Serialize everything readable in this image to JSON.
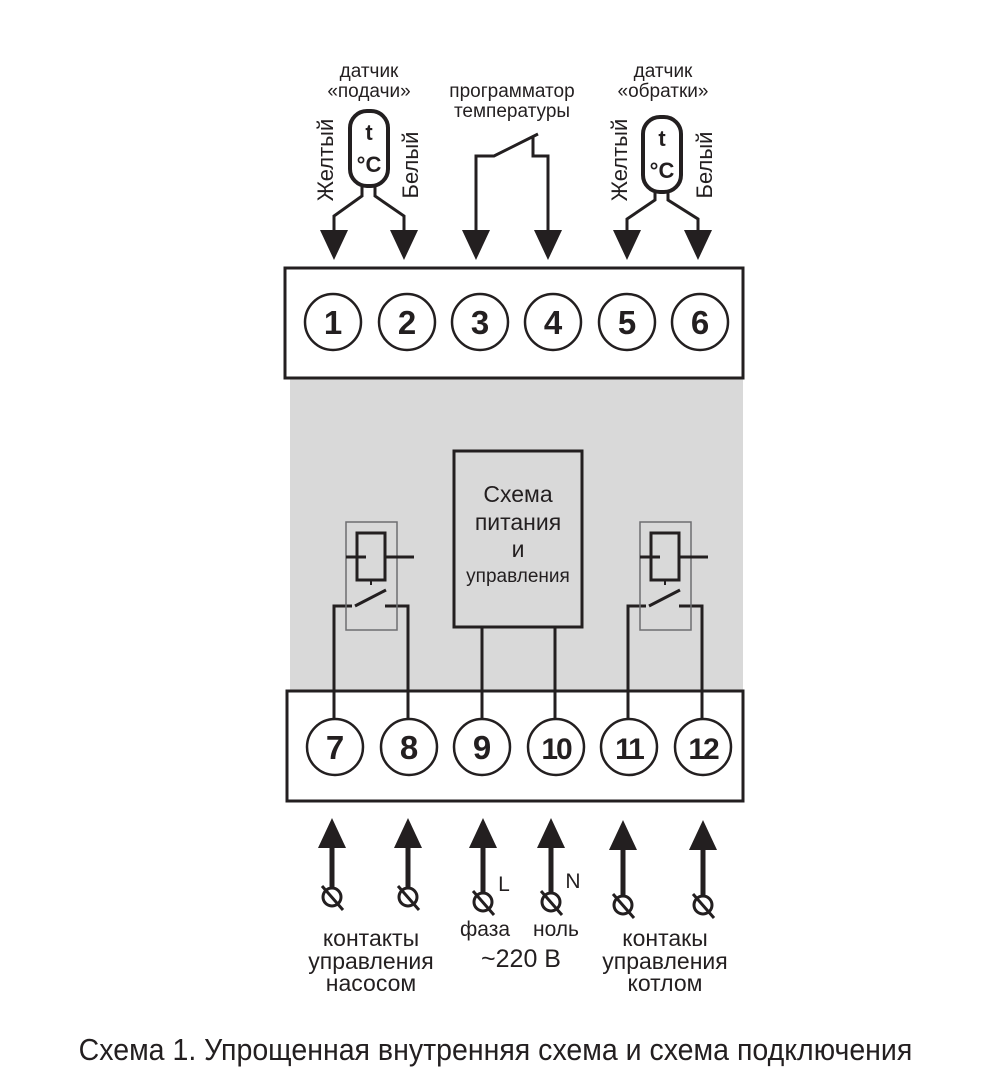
{
  "diagram": {
    "top_labels": {
      "supply_sensor": [
        "датчик",
        "«подачи»"
      ],
      "return_sensor": [
        "датчик",
        "«обратки»"
      ],
      "programmer": [
        "программатор",
        "температуры"
      ],
      "wire_yellow": "Желтый",
      "wire_white": "Белый",
      "sensor_symbol_t": "t",
      "sensor_symbol_c": "°C"
    },
    "top_terminals": [
      "1",
      "2",
      "3",
      "4",
      "5",
      "6"
    ],
    "bottom_terminals": [
      "7",
      "8",
      "9",
      "10",
      "11",
      "12"
    ],
    "control_block": [
      "Схема",
      "питания",
      "и",
      "управления"
    ],
    "bottom_labels": {
      "pump": [
        "контакты",
        "управления",
        "насосом"
      ],
      "power": [
        "фаза",
        "ноль",
        "~220 В"
      ],
      "phase_marker": "L",
      "neutral_marker": "N",
      "boiler": [
        "контакы",
        "управления",
        "котлом"
      ]
    },
    "colors": {
      "line": "#231f20",
      "housing": "#d9d9d9",
      "relay_frame": "#6d6e71"
    }
  },
  "caption": "Схема 1. Упрощенная внутренняя схема и схема подключения"
}
